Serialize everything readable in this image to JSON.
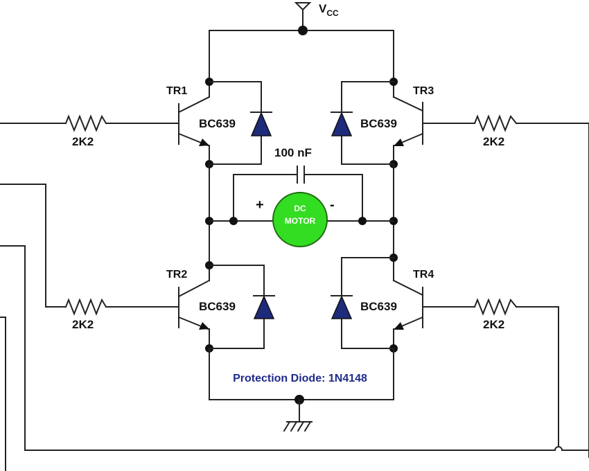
{
  "supply": {
    "label_main": "V",
    "label_sub": "CC"
  },
  "transistors": {
    "tr1": {
      "name": "TR1",
      "part": "BC639"
    },
    "tr2": {
      "name": "TR2",
      "part": "BC639"
    },
    "tr3": {
      "name": "TR3",
      "part": "BC639"
    },
    "tr4": {
      "name": "TR4",
      "part": "BC639"
    }
  },
  "resistors": {
    "r1": "2K2",
    "r2": "2K2",
    "r3": "2K2",
    "r4": "2K2"
  },
  "capacitor": {
    "label": "100 nF"
  },
  "motor": {
    "line1": "DC",
    "line2": "MOTOR",
    "plus": "+",
    "minus": "-",
    "color": "#33dd22",
    "outline": "#1f6b12",
    "text_color": "#ffffff"
  },
  "diode_note": {
    "text": "Protection Diode: 1N4148",
    "color": "#1f2a8a"
  },
  "colors": {
    "diode_fill": "#1e2a7a",
    "wire": "#222222"
  }
}
